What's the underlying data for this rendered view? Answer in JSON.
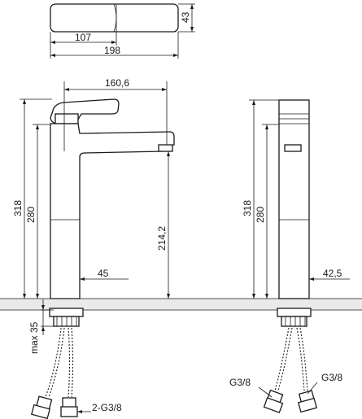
{
  "top_view": {
    "length_half": "107",
    "length_total": "198",
    "depth": "43"
  },
  "front_view": {
    "reach": "160,6",
    "height_total": "318",
    "height_body": "280",
    "spout_height": "214,2",
    "body_width": "45",
    "max_deck": "max 35",
    "connection": "2-G3/8"
  },
  "side_view": {
    "height_total": "318",
    "height_body": "280",
    "body_depth": "42,5",
    "connection_left": "G3/8",
    "connection_right": "G3/8"
  }
}
